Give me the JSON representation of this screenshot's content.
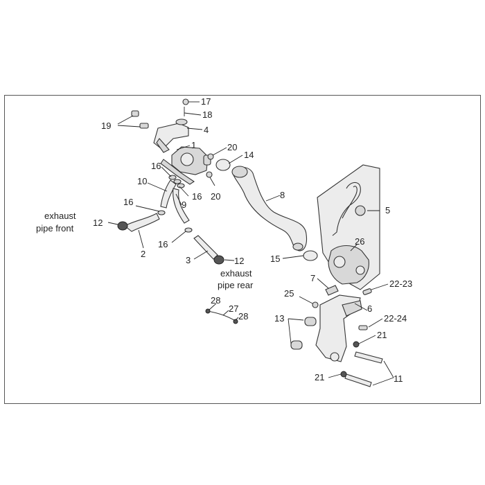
{
  "diagram": {
    "callouts": {
      "c1": "1",
      "c2": "2",
      "c3": "3",
      "c4": "4",
      "c5": "5",
      "c6": "6",
      "c7": "7",
      "c8": "8",
      "c9": "9",
      "c10": "10",
      "c11": "11",
      "c12a": "12",
      "c12b": "12",
      "c13": "13",
      "c14": "14",
      "c15": "15",
      "c16a": "16",
      "c16b": "16",
      "c16c": "16",
      "c16d": "16",
      "c17": "17",
      "c18": "18",
      "c19": "19",
      "c20a": "20",
      "c20b": "20",
      "c21a": "21",
      "c21b": "21",
      "c22_23": "22-23",
      "c22_24": "22-24",
      "c25": "25",
      "c26": "26",
      "c27": "27",
      "c28a": "28",
      "c28b": "28"
    },
    "notes": {
      "exhaust_front_line1": "exhaust",
      "exhaust_front_line2": "pipe front",
      "exhaust_rear_line1": "exhaust",
      "exhaust_rear_line2": "pipe rear"
    }
  }
}
